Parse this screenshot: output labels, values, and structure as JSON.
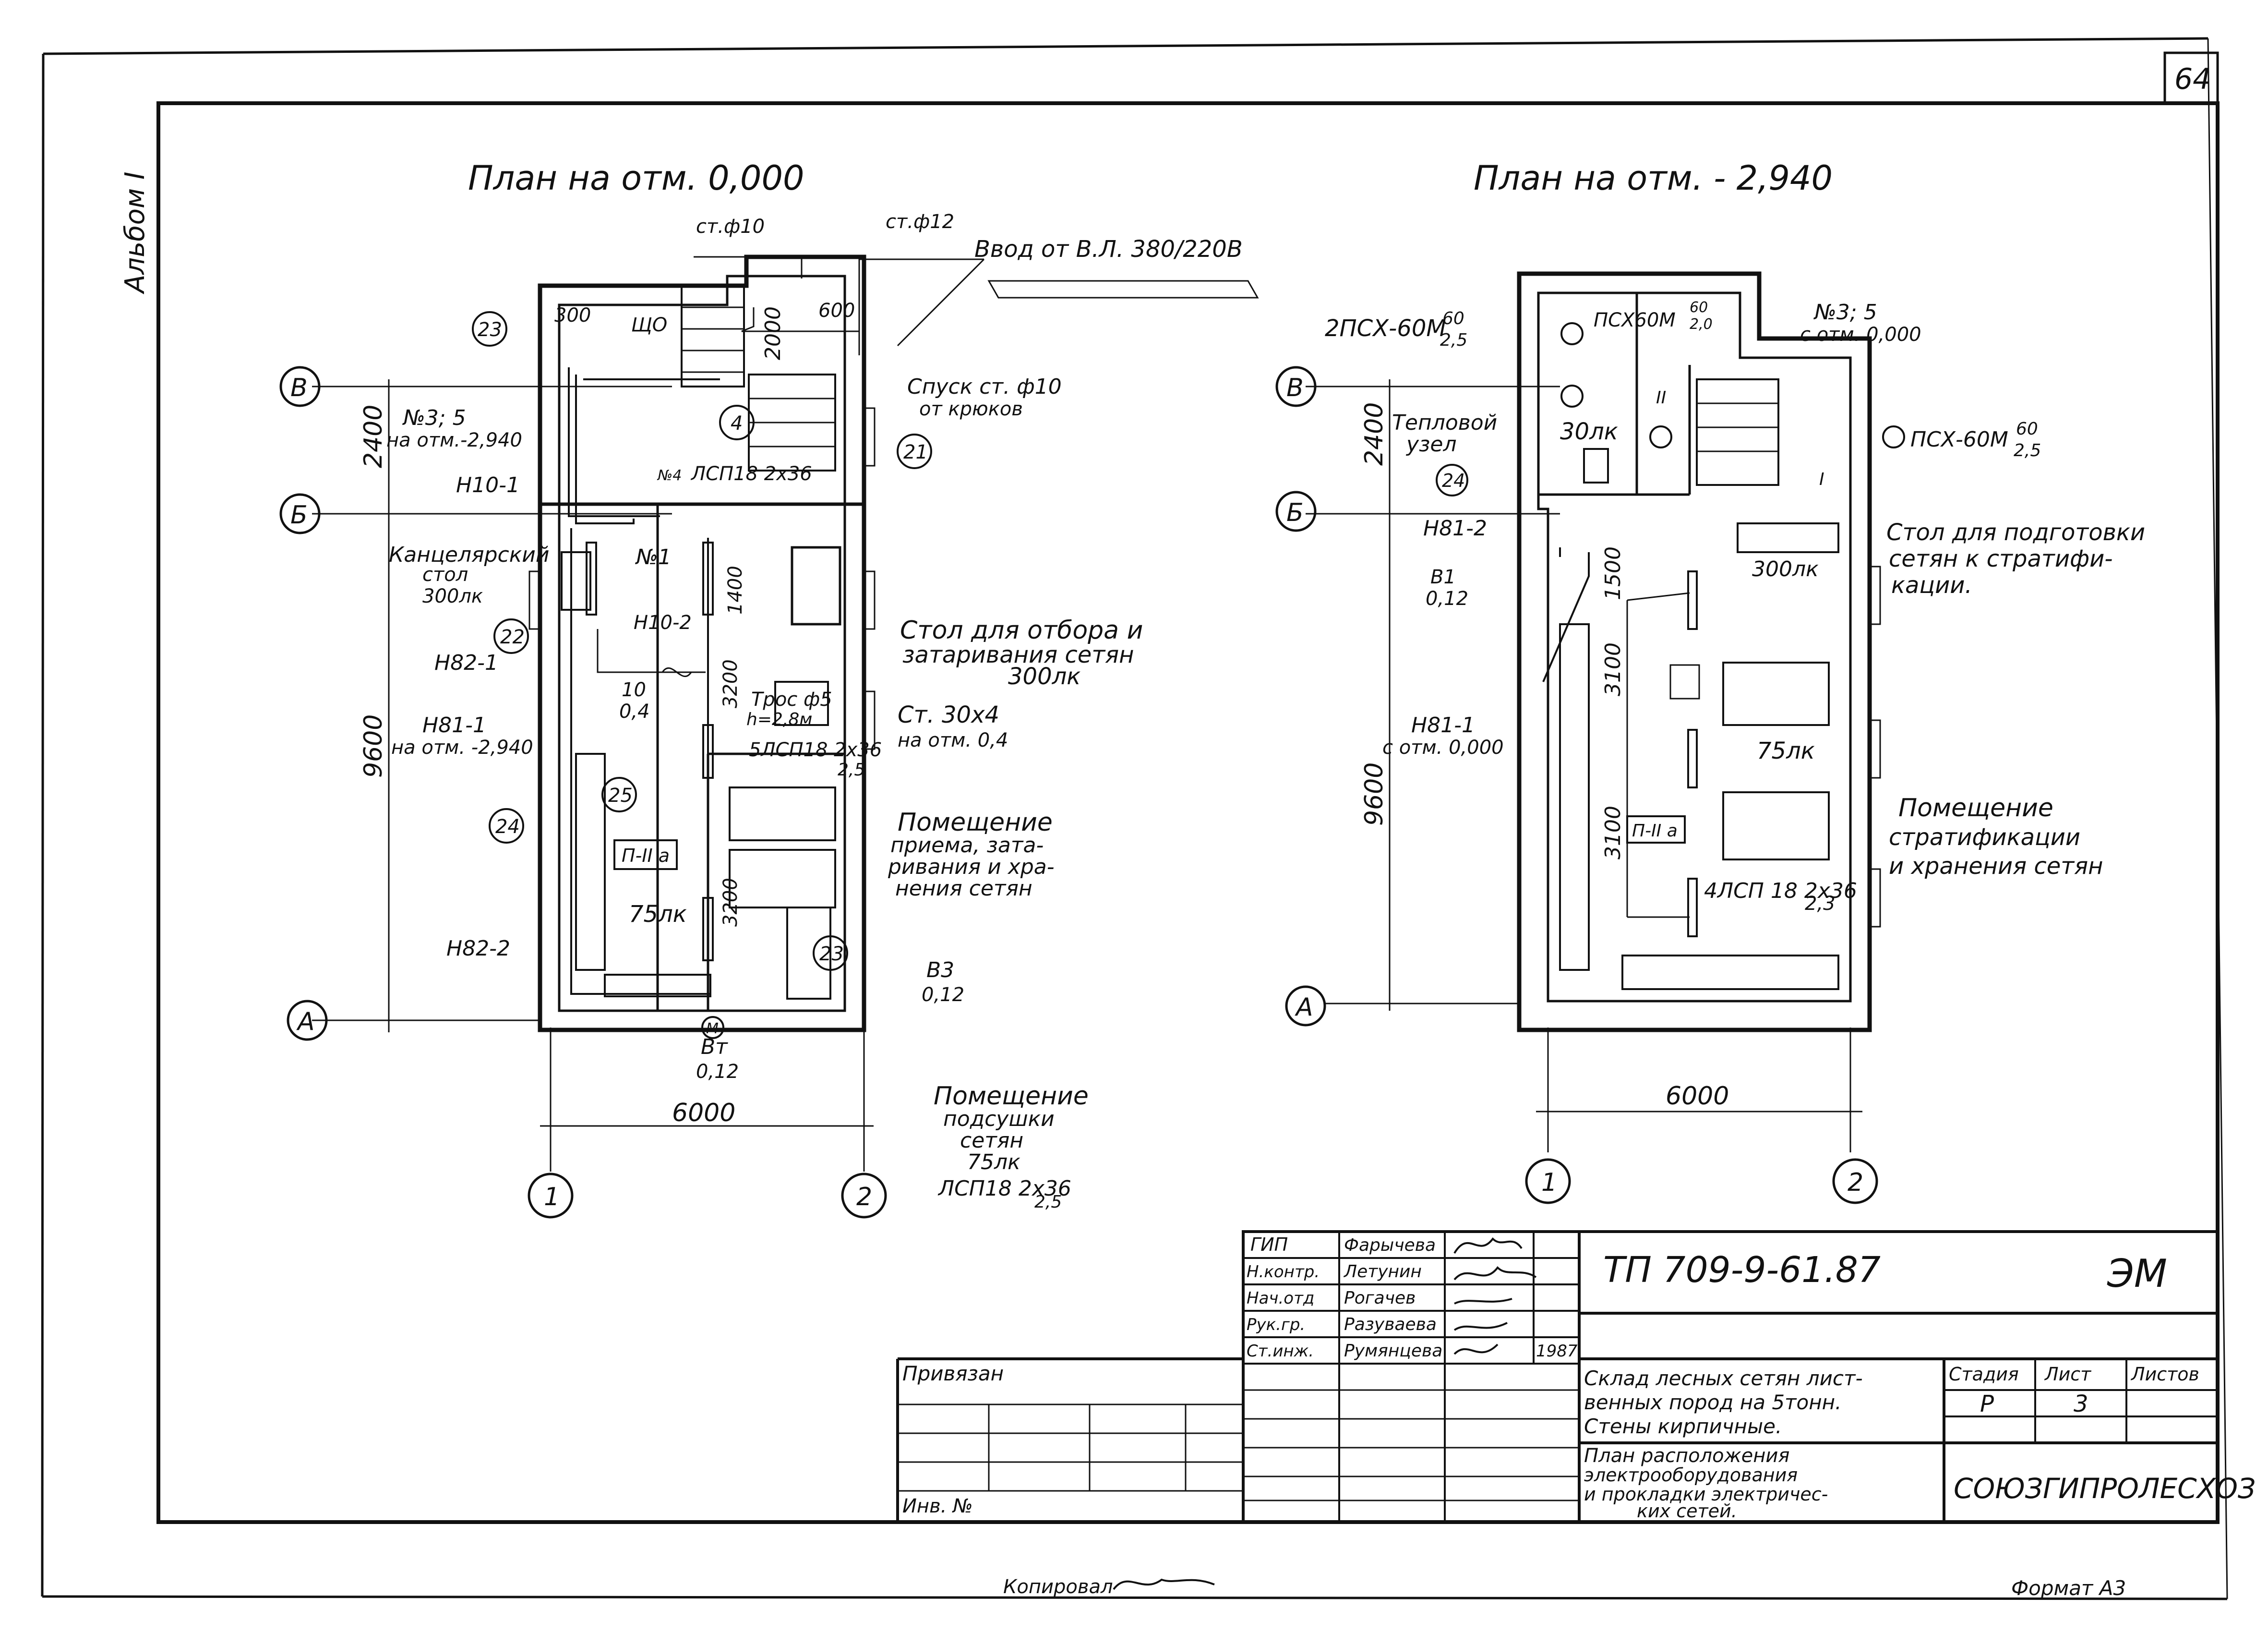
{
  "sheet_number": "64",
  "album_label": "Альбом I",
  "plan_left": {
    "title": "План на отм. 0,000",
    "axis_1": "1",
    "axis_2": "2",
    "axis_A": "A",
    "axis_B": "Б",
    "axis_V": "В",
    "dim_width": "6000",
    "dim_2400": "2400",
    "dim_9600": "9600",
    "dim_2000": "2000",
    "dim_300": "300",
    "dim_600": "600",
    "dim_1400": "1400",
    "dim_3200a": "3200",
    "dim_3200b": "3200",
    "st_phi10": "ст.ф10",
    "st_phi12": "ст.ф12",
    "vvod": "Ввод от В.Л. 380/220В",
    "spusk_1": "Спуск ст. ф10",
    "spusk_2": "от крюков",
    "n3_5": "№3; 5",
    "otm_2940": "на отм.-2,940",
    "shchu": "ЩО",
    "n4": "№4",
    "lsp_top": "ЛСП18 2х36",
    "h10_1": "Н10-1",
    "h10_2": "Н10-2",
    "n1": "№1",
    "kanc_1": "Канцелярский",
    "kanc_2": "стол",
    "kanc_3": "300лк",
    "h82_1": "Н82-1",
    "h81_1": "Н81-1",
    "h81_1_sub": "на отм. -2,940",
    "h82_2": "Н82-2",
    "c10": "10",
    "c04": "0,4",
    "tros": "Трос ф5",
    "tros_h": "h=2,8м",
    "st30": "Ст. 30х4",
    "st30_sub": "на отм. 0,4",
    "lsp5": "5ЛСП18 2х36",
    "lsp5_frac": "2,5",
    "stol_1": "Стол для отбора и",
    "stol_2": "затаривания сетян",
    "stol_3": "300лк",
    "pom1_1": "Помещение",
    "pom1_2": "приема, зата-",
    "pom1_3": "ривания и хра-",
    "pom1_4": "нения сетян",
    "p2a": "П-II а",
    "lk75": "75лк",
    "v3": "В3",
    "v3_sub": "0,12",
    "vm": "Вт",
    "vm_sub": "0,12",
    "pom2_1": "Помещение",
    "pom2_2": "подсушки",
    "pom2_3": "сетян",
    "pom2_4": "75лк",
    "pom2_5": "ЛСП18 2х36",
    "pom2_frac": "2,5",
    "m": "М",
    "circles": [
      "23",
      "4",
      "21",
      "22",
      "24",
      "25",
      "23"
    ]
  },
  "plan_right": {
    "title": "План на отм. - 2,940",
    "axis_1": "1",
    "axis_2": "2",
    "axis_A": "A",
    "axis_B": "Б",
    "axis_V": "В",
    "dim_width": "6000",
    "dim_2400": "2400",
    "dim_9600": "9600",
    "dim_1500": "1500",
    "dim_3100a": "3100",
    "dim_3100b": "3100",
    "psh_left": "2ПСХ-60М",
    "psh_left_frac_top": "60",
    "psh_left_frac_bot": "2,5",
    "psh_mid": "ПСХ60М",
    "psh_mid_frac_top": "60",
    "psh_mid_frac_bot": "2,0",
    "n3_5": "№3; 5",
    "otm_000": "с отм. 0,000",
    "teplo_1": "Тепловой",
    "teplo_2": "узел",
    "lk30": "30лк",
    "psh_right": "ПСХ-60М",
    "psh_right_frac_top": "60",
    "psh_right_frac_bot": "2,5",
    "h81_2": "Н81-2",
    "v1": "В1",
    "v1_sub": "0,12",
    "h81_1": "Н81-1",
    "h81_1_sub": "с отм. 0,000",
    "stol_1": "Стол для подготовки",
    "stol_2": "сетян к стратифи-",
    "stol_3": "кации.",
    "lk300": "300лк",
    "lk75": "75лк",
    "pom_1": "Помещение",
    "pom_2": "стратификации",
    "pom_3": "и хранения сетян",
    "p2a": "П-II а",
    "lsp4": "4ЛСП 18 2х36",
    "lsp4_frac": "2,3",
    "circle_24": "24",
    "room_I": "I",
    "room_II": "II"
  },
  "title_block": {
    "code": "ТП 709-9-61.87",
    "mark": "ЭМ",
    "roles": [
      "ГИП",
      "Н.контр.",
      "Нач.отд",
      "Рук.гр.",
      "Ст.инж."
    ],
    "names": [
      "Фарычева",
      "Летунин",
      "Рогачев",
      "Разуваева",
      "Румянцева"
    ],
    "year": "1987",
    "privyazan": "Привязан",
    "inv": "Инв. №",
    "desc_1": "Склад лесных сетян лист-",
    "desc_2": "венных пород на 5тонн.",
    "desc_3": "Стены кирпичные.",
    "stadia_h": "Стадия",
    "list_h": "Лист",
    "listov_h": "Листов",
    "stadia": "Р",
    "list": "3",
    "listov": "",
    "plan_1": "План расположения",
    "plan_2": "электрооборудования",
    "plan_3": "и прокладки электричес-",
    "plan_4": "ких сетей.",
    "org": "СОЮЗГИПРОЛЕСХОЗ"
  },
  "footer": {
    "copied": "Копировал",
    "format": "Формат А3"
  }
}
